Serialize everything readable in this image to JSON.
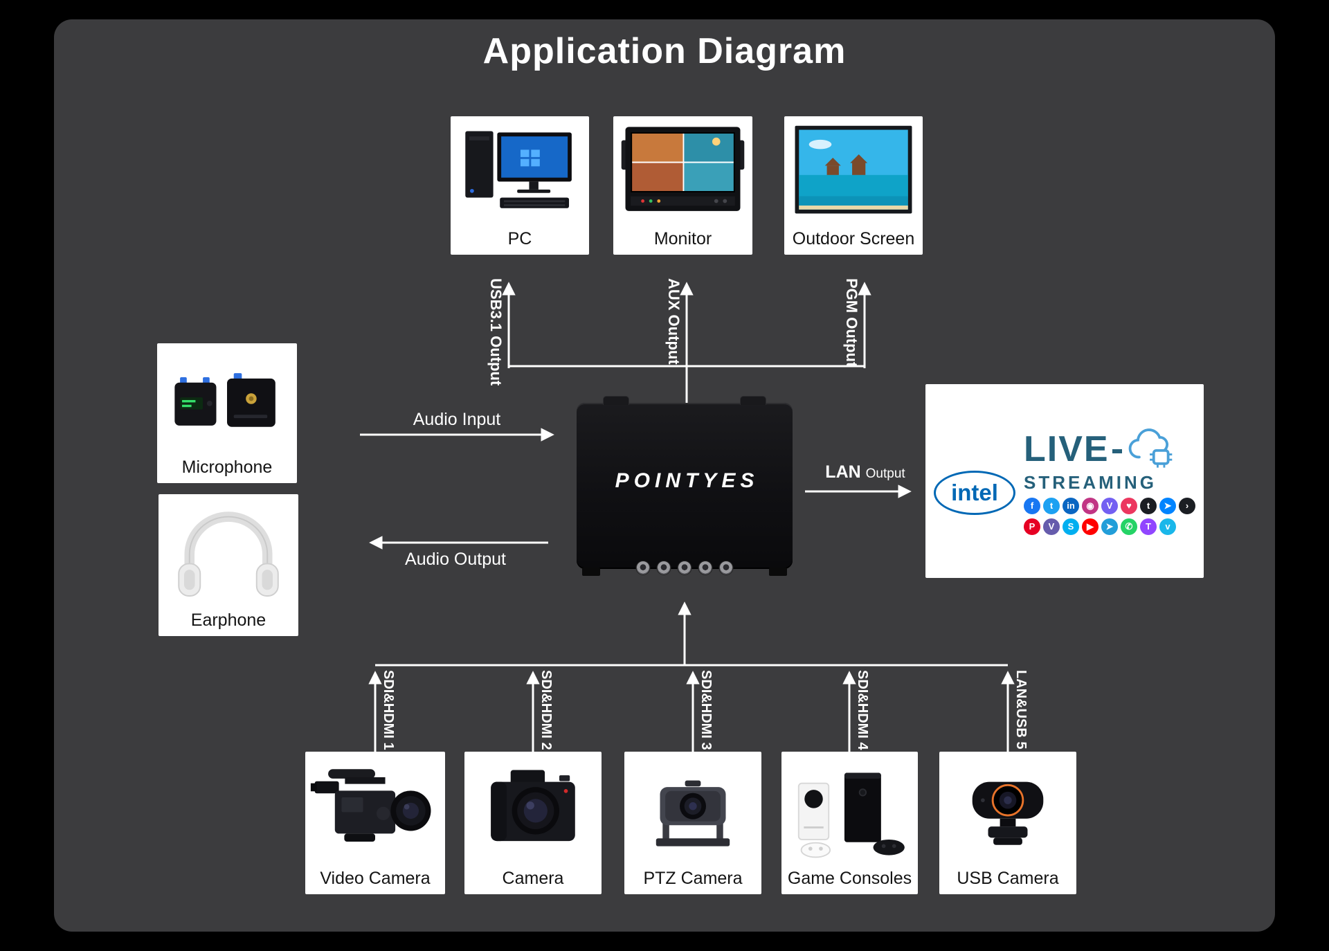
{
  "title": "Application Diagram",
  "device": {
    "brand": "POINTYES"
  },
  "top_nodes": [
    {
      "label": "PC",
      "connection": "USB3.1 Output"
    },
    {
      "label": "Monitor",
      "connection": "AUX Output"
    },
    {
      "label": "Outdoor Screen",
      "connection": "PGM Output"
    }
  ],
  "left_nodes": [
    {
      "label": "Microphone"
    },
    {
      "label": "Earphone"
    }
  ],
  "audio_links": {
    "input": "Audio Input",
    "output": "Audio Output"
  },
  "lan_link": {
    "primary": "LAN",
    "secondary": "Output"
  },
  "live_streaming": {
    "intel": "intel",
    "line1": "LIVE",
    "line2": "STREAMING",
    "social_icons": [
      {
        "row": 1,
        "name": "facebook",
        "color": "#1877F2",
        "glyph": "f"
      },
      {
        "row": 1,
        "name": "twitter",
        "color": "#1DA1F2",
        "glyph": "t"
      },
      {
        "row": 1,
        "name": "linkedin",
        "color": "#0A66C2",
        "glyph": "in"
      },
      {
        "row": 1,
        "name": "instagram",
        "color": "#C13584",
        "glyph": "◉"
      },
      {
        "row": 1,
        "name": "viber",
        "color": "#7360F2",
        "glyph": "V"
      },
      {
        "row": 1,
        "name": "heart",
        "color": "#EC375F",
        "glyph": "♥"
      },
      {
        "row": 1,
        "name": "tumblr",
        "color": "#1B1E23",
        "glyph": "t"
      },
      {
        "row": 1,
        "name": "messenger",
        "color": "#0084FF",
        "glyph": "➤"
      },
      {
        "row": 1,
        "name": "more",
        "color": "#1B1E23",
        "glyph": "›"
      },
      {
        "row": 2,
        "name": "pinterest",
        "color": "#E60023",
        "glyph": "P"
      },
      {
        "row": 2,
        "name": "viber-alt",
        "color": "#665CAC",
        "glyph": "V"
      },
      {
        "row": 2,
        "name": "skype",
        "color": "#00AFF0",
        "glyph": "S"
      },
      {
        "row": 2,
        "name": "youtube",
        "color": "#FF0000",
        "glyph": "▶"
      },
      {
        "row": 2,
        "name": "telegram",
        "color": "#229ED9",
        "glyph": "➤"
      },
      {
        "row": 2,
        "name": "whatsapp",
        "color": "#25D366",
        "glyph": "✆"
      },
      {
        "row": 2,
        "name": "twitch",
        "color": "#9146FF",
        "glyph": "T"
      },
      {
        "row": 2,
        "name": "vimeo",
        "color": "#1AB7EA",
        "glyph": "v"
      }
    ]
  },
  "bottom_nodes": [
    {
      "label": "Video Camera",
      "connection": "SDI&HDMI 1"
    },
    {
      "label": "Camera",
      "connection": "SDI&HDMI 2"
    },
    {
      "label": "PTZ Camera",
      "connection": "SDI&HDMI 3"
    },
    {
      "label": "Game Consoles",
      "connection": "SDI&HDMI 4"
    },
    {
      "label": "USB Camera",
      "connection": "LAN&USB 5"
    }
  ]
}
